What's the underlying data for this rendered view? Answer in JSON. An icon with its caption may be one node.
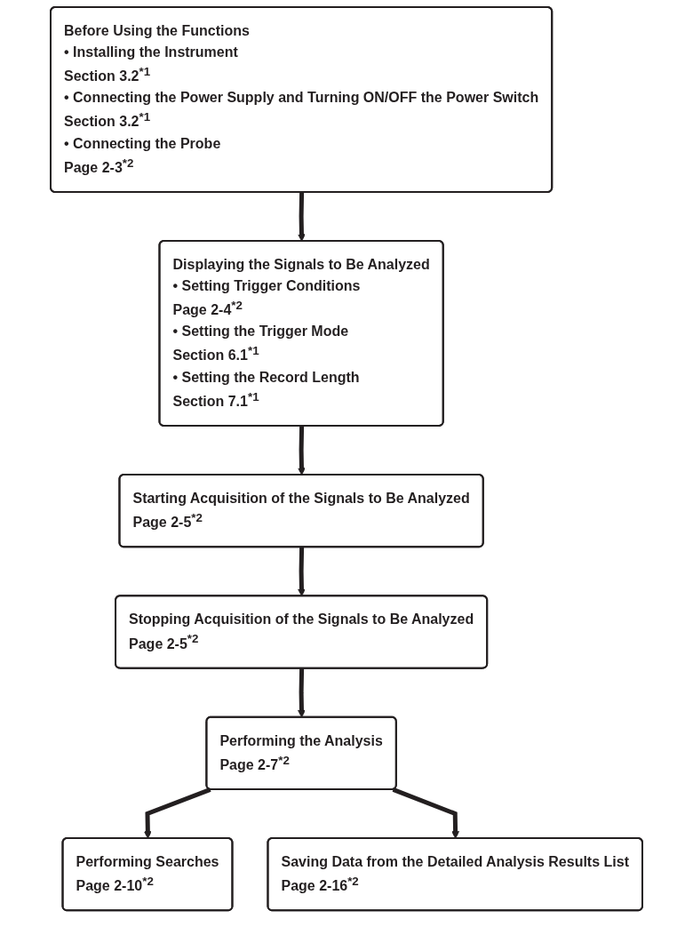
{
  "diagram": {
    "nodes": [
      {
        "text": [
          "Before Using the Functions",
          "• Installing the Instrument",
          "Section 3.2$^{*1}$",
          "• Connecting the Power Supply and Turning ON/OFF the Power Switch",
          "Section 3.2$^{*1}$",
          "• Connecting the Probe",
          "Page 2-3$^{*2}$"
        ]
      },
      {
        "text": [
          "Displaying the Signals to Be Analyzed",
          "• Setting Trigger Conditions",
          "Page 2-4$^{*2}$",
          "• Setting the Trigger Mode",
          "Section 6.1$^{*1}$",
          "• Setting the Record Length",
          "Section 7.1$^{*1}$"
        ]
      },
      {
        "text": [
          "Starting Acquisition of the Signals to Be Analyzed",
          "Page 2-5$^{*2}$"
        ]
      },
      {
        "text": [
          "Stopping Acquisition of the Signals to Be Analyzed",
          "Page 2-5$^{*2}$"
        ]
      },
      {
        "text": [
          "Performing the Analysis",
          "Page 2-7$^{*2}$"
        ]
      },
      {
        "text": [
          "Performing Searches",
          "Page 2-10$^{*2}$"
        ]
      },
      {
        "text": [
          "Saving Data from the Detailed Analysis Results List",
          "Page 2-16$^{*2}$"
        ]
      }
    ],
    "edges": [
      {
        "from": 0,
        "to": 1,
        "arrow": "to"
      },
      {
        "from": 1,
        "to": 2,
        "arrow": "to"
      },
      {
        "from": 2,
        "to": 3,
        "arrow": "to"
      },
      {
        "from": 3,
        "to": 4,
        "arrow": "to"
      },
      {
        "from": 4,
        "to": 5,
        "arrow": "to"
      },
      {
        "from": 4,
        "to": 6,
        "arrow": "to"
      }
    ]
  }
}
